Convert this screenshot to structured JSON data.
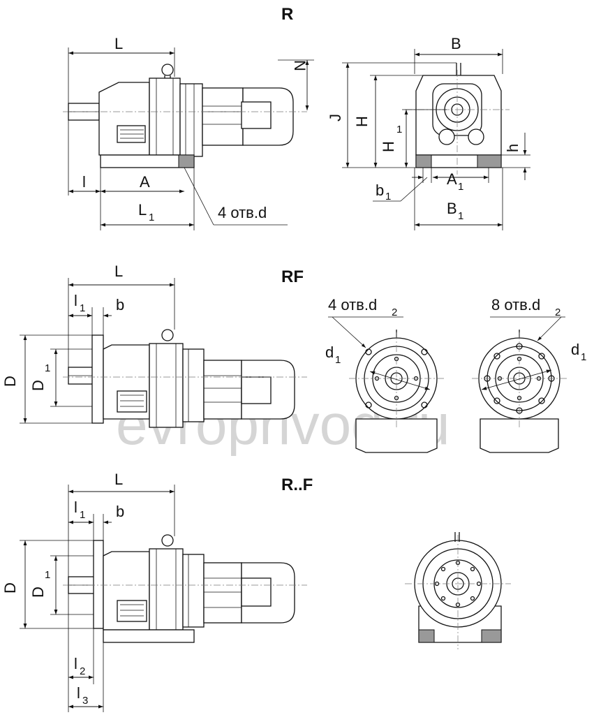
{
  "watermark": "evroprivod.ru",
  "sections": {
    "r": {
      "title": "R",
      "labels": {
        "L": "L",
        "L1": "L",
        "L1_sub": "1",
        "A": "A",
        "l": "l",
        "N": "N",
        "holes": "4 отв.d",
        "B": "B",
        "J": "J",
        "H": "H",
        "H1": "H",
        "H1_sub": "1",
        "h": "h",
        "A1": "A",
        "A1_sub": "1",
        "b1": "b",
        "b1_sub": "1",
        "B1": "B",
        "B1_sub": "1"
      }
    },
    "rf": {
      "title": "RF",
      "labels": {
        "L": "L",
        "l1": "l",
        "l1_sub": "1",
        "b": "b",
        "D": "D",
        "D1": "D",
        "D1_sub": "1",
        "holes4": "4 отв.d",
        "holes4_sub": "2",
        "holes8": "8 отв.d",
        "holes8_sub": "2",
        "d1_left": "d",
        "d1_left_sub": "1",
        "d1_right": "d",
        "d1_right_sub": "1"
      }
    },
    "rpf": {
      "title": "R..F",
      "labels": {
        "L": "L",
        "l1": "l",
        "l1_sub": "1",
        "b": "b",
        "D": "D",
        "D1": "D",
        "D1_sub": "1",
        "l2": "l",
        "l2_sub": "2",
        "l3": "l",
        "l3_sub": "3"
      }
    }
  }
}
